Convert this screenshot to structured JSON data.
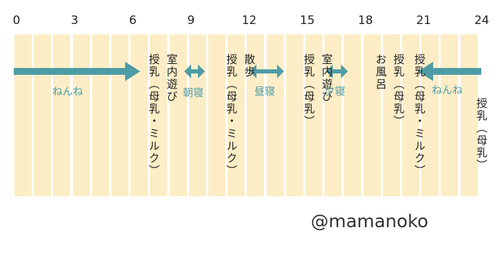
{
  "timeline": {
    "hour_labels": [
      "0",
      "3",
      "6",
      "9",
      "12",
      "15",
      "18",
      "21",
      "24"
    ],
    "hours_total": 24,
    "accent_color": "#4d9ca6",
    "column_color": "#fcedc6"
  },
  "activities": [
    {
      "id": "a6",
      "hour": 7.0,
      "lines": [
        "室内遊び",
        "授乳（母乳・ミルク）"
      ]
    },
    {
      "id": "a10",
      "hour": 11.0,
      "lines": [
        "散歩",
        "授乳（母乳・ミルク）"
      ]
    },
    {
      "id": "a14",
      "hour": 15.0,
      "lines": [
        "室内遊び",
        "授乳（母乳）"
      ]
    },
    {
      "id": "a18",
      "hour": 18.7,
      "lines": [
        "授乳（母乳）",
        "お風呂"
      ]
    },
    {
      "id": "a20",
      "hour": 20.7,
      "lines": [
        "授乳（母乳・ミルク）"
      ]
    },
    {
      "id": "a24",
      "hour": 24.0,
      "lines": [
        "授乳（母乳）"
      ]
    }
  ],
  "sleep_segments": [
    {
      "id": "night-early",
      "label": "ねんね",
      "from": 0,
      "to": 6,
      "arrow": "right"
    },
    {
      "id": "morning-nap",
      "label": "朝寝",
      "from": 9,
      "to": 10,
      "arrow": "both"
    },
    {
      "id": "noon-nap",
      "label": "昼寝",
      "from": 12,
      "to": 14,
      "arrow": "both"
    },
    {
      "id": "evening-nap",
      "label": "夕寝",
      "from": 16,
      "to": 17,
      "arrow": "both"
    },
    {
      "id": "night-late",
      "label": "ねんね",
      "from": 21,
      "to": 24,
      "arrow": "left"
    }
  ],
  "credit": "@mamanoko"
}
